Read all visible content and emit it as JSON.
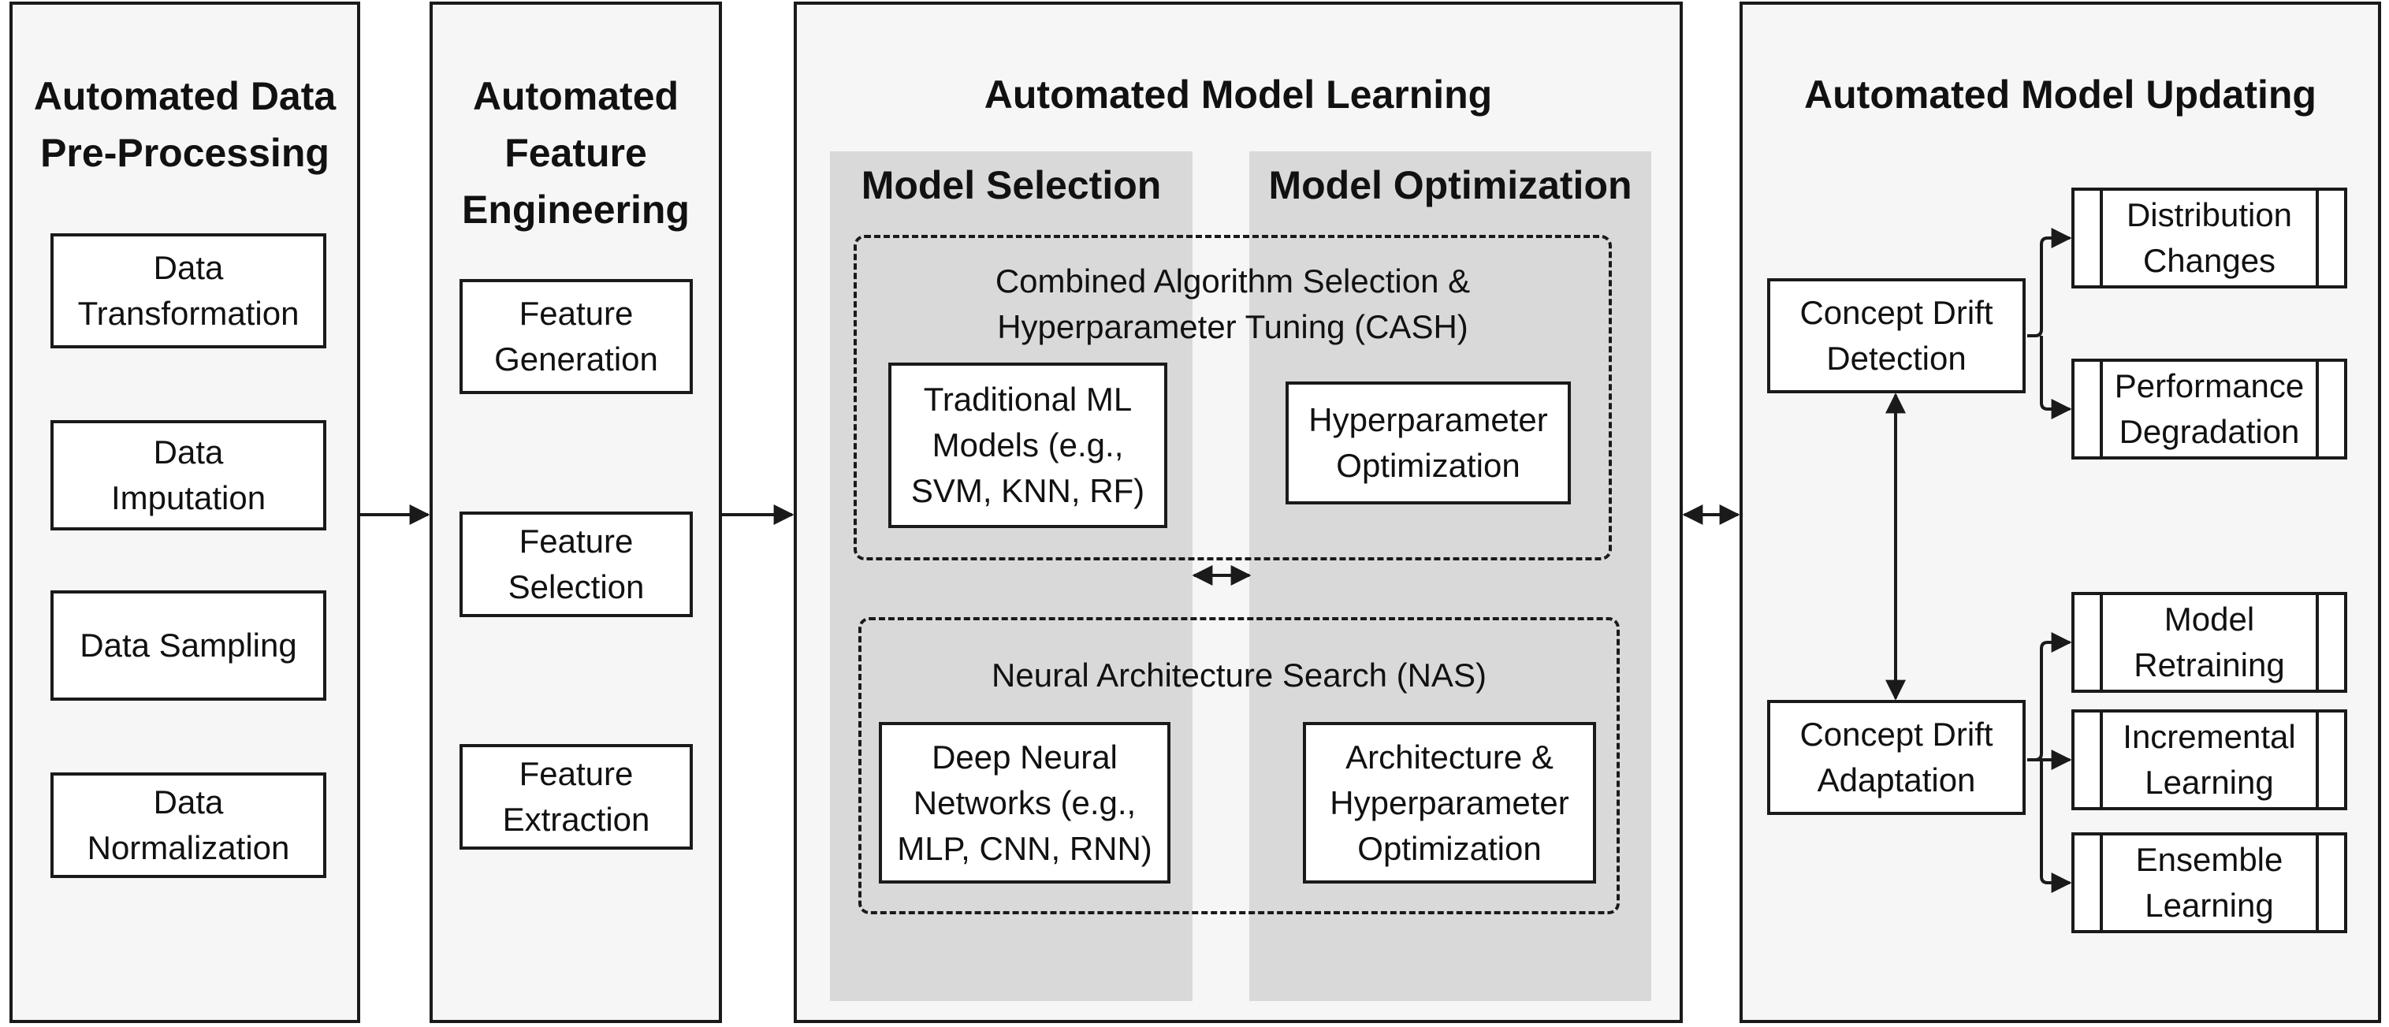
{
  "panels": {
    "preprocessing": {
      "title": "Automated Data\nPre-Processing",
      "items": [
        "Data\nTransformation",
        "Data\nImputation",
        "Data Sampling",
        "Data\nNormalization"
      ]
    },
    "feature": {
      "title": "Automated\nFeature\nEngineering",
      "items": [
        "Feature\nGeneration",
        "Feature\nSelection",
        "Feature\nExtraction"
      ]
    },
    "learning": {
      "title": "Automated Model Learning",
      "model_selection": "Model Selection",
      "model_optimization": "Model Optimization",
      "cash": {
        "label": "Combined Algorithm Selection &\nHyperparameter Tuning (CASH)",
        "left": "Traditional ML\nModels (e.g.,\nSVM, KNN, RF)",
        "right": "Hyperparameter\nOptimization"
      },
      "nas": {
        "label": "Neural Architecture Search (NAS)",
        "left": "Deep Neural\nNetworks (e.g.,\nMLP, CNN, RNN)",
        "right": "Architecture &\nHyperparameter\nOptimization"
      }
    },
    "updating": {
      "title": "Automated Model Updating",
      "detection": "Concept Drift\nDetection",
      "adaptation": "Concept Drift\nAdaptation",
      "detection_outputs": [
        "Distribution\nChanges",
        "Performance\nDegradation"
      ],
      "adaptation_outputs": [
        "Model\nRetraining",
        "Incremental\nLearning",
        "Ensemble\nLearning"
      ]
    }
  },
  "colors": {
    "panel_bg": "#f6f6f6",
    "shade": "#d9d9d9",
    "line": "#1a1a1a"
  }
}
